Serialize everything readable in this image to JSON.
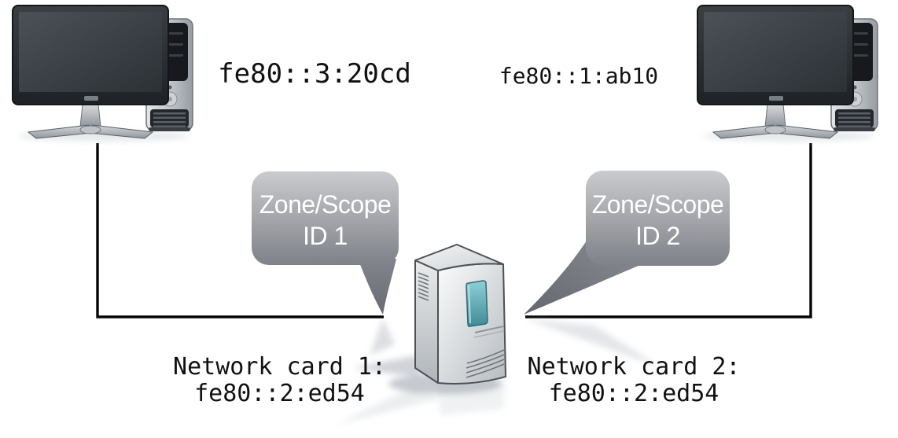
{
  "hosts": [
    {
      "address": "fe80::3:20cd"
    },
    {
      "address": "fe80::1:ab10"
    }
  ],
  "callouts": [
    {
      "line1": "Zone/Scope",
      "line2": "ID 1"
    },
    {
      "line1": "Zone/Scope",
      "line2": "ID 2"
    }
  ],
  "network_cards": [
    {
      "label": "Network card 1:",
      "address": "fe80::2:ed54"
    },
    {
      "label": "Network card 2:",
      "address": "fe80::2:ed54"
    }
  ],
  "icons": {
    "left_host": "workstation-icon",
    "right_host": "workstation-icon",
    "center": "server-tower-icon"
  },
  "colors": {
    "background": "#ffffff",
    "link_line": "#050505",
    "callout_top": "#c9cbce",
    "callout_bottom": "#7f8189",
    "callout_text": "#ffffff",
    "label_text": "#111111",
    "server_accent": "#4f98a3"
  }
}
